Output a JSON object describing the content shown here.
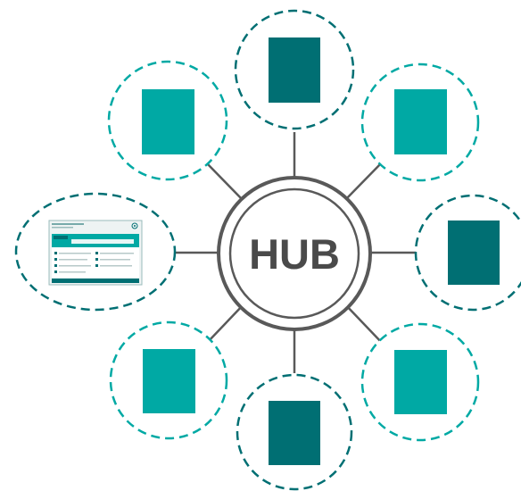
{
  "hub": {
    "label": "HUB",
    "ring_color": "#595959",
    "text_color": "#4a4a4a"
  },
  "colors": {
    "dark_teal": "#006f73",
    "light_teal": "#00a9a4",
    "connector": "#595959"
  },
  "satellites": [
    {
      "id": "top",
      "fill": "dark",
      "ring": "dark"
    },
    {
      "id": "top-right",
      "fill": "light",
      "ring": "light"
    },
    {
      "id": "right",
      "fill": "dark",
      "ring": "dark"
    },
    {
      "id": "bottom-right",
      "fill": "light",
      "ring": "light"
    },
    {
      "id": "bottom",
      "fill": "dark",
      "ring": "dark"
    },
    {
      "id": "bottom-left",
      "fill": "light",
      "ring": "light"
    },
    {
      "id": "left",
      "fill": "screenshot",
      "ring": "dark"
    },
    {
      "id": "top-left",
      "fill": "light",
      "ring": "light"
    }
  ]
}
